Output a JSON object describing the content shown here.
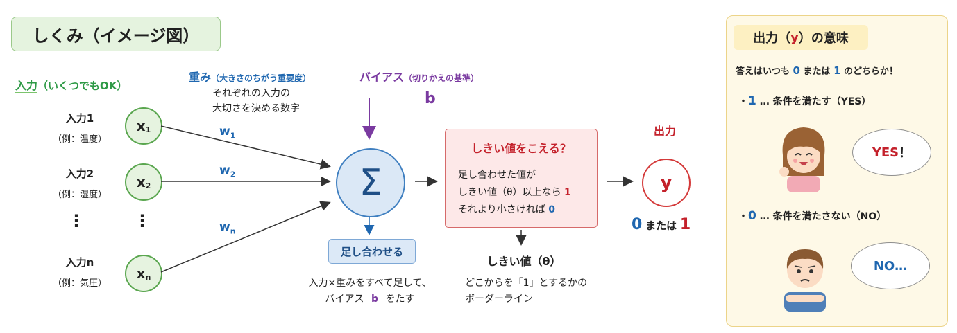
{
  "title": "しくみ（イメージ図）",
  "inputs_header": {
    "main": "入力",
    "sub": "（いくつでもOK）"
  },
  "inputs": [
    {
      "label": "入力1",
      "example": "（例：温度）",
      "var": "x",
      "sub": "1"
    },
    {
      "label": "入力2",
      "example": "（例：湿度）",
      "var": "x",
      "sub": "2"
    },
    {
      "label": "入力n",
      "example": "（例：気圧）",
      "var": "x",
      "sub": "n"
    }
  ],
  "ellipsis": "⋮",
  "weights": {
    "title": "重み",
    "title_note": "（大きさのちがう重要度）",
    "desc_line1": "それぞれの入力の",
    "desc_line2": "大切さを決める数字",
    "labels": [
      {
        "var": "w",
        "sub": "1"
      },
      {
        "var": "w",
        "sub": "2"
      },
      {
        "var": "w",
        "sub": "n"
      }
    ]
  },
  "bias": {
    "title": "バイアス",
    "title_note": "（切りかえの基準）",
    "symbol": "b"
  },
  "sum": {
    "symbol": "Σ",
    "box_label": "足し合わせる",
    "desc_line1": "入力×重みをすべて足して、",
    "desc_line2_pre": "バイアス",
    "desc_line2_b": "b",
    "desc_line2_post": "をたす"
  },
  "threshold_box": {
    "title": "しきい値をこえる？",
    "line1": "足し合わせた値が",
    "line2_pre": "しきい値（θ）以上なら",
    "line2_val": "1",
    "line3_pre": "それより小さければ",
    "line3_val": "0"
  },
  "threshold_note": {
    "title": "しきい値（θ）",
    "line1": "どこからを「1」とするかの",
    "line2": "ボーダーライン"
  },
  "output": {
    "title": "出力",
    "symbol": "y",
    "zero": "0",
    "mid": "または",
    "one": "1"
  },
  "panel": {
    "title_pre": "出力（",
    "title_y": "y",
    "title_post": "）の意味",
    "intro_pre": "答えはいつも",
    "intro_zero": "0",
    "intro_mid": "または",
    "intro_one": "1",
    "intro_post": "のどちらか！",
    "yes_line_val": "1",
    "yes_line_text": "… 条件を満たす（YES）",
    "yes_bubble": "YES",
    "yes_bubble_mark": "！",
    "no_line_val": "0",
    "no_line_text": "… 条件を満たさない（NO）",
    "no_bubble": "NO…"
  },
  "colors": {
    "green": "#2e9a46",
    "blue": "#1f67b0",
    "purple": "#7a3aa0",
    "red": "#c4212b"
  }
}
